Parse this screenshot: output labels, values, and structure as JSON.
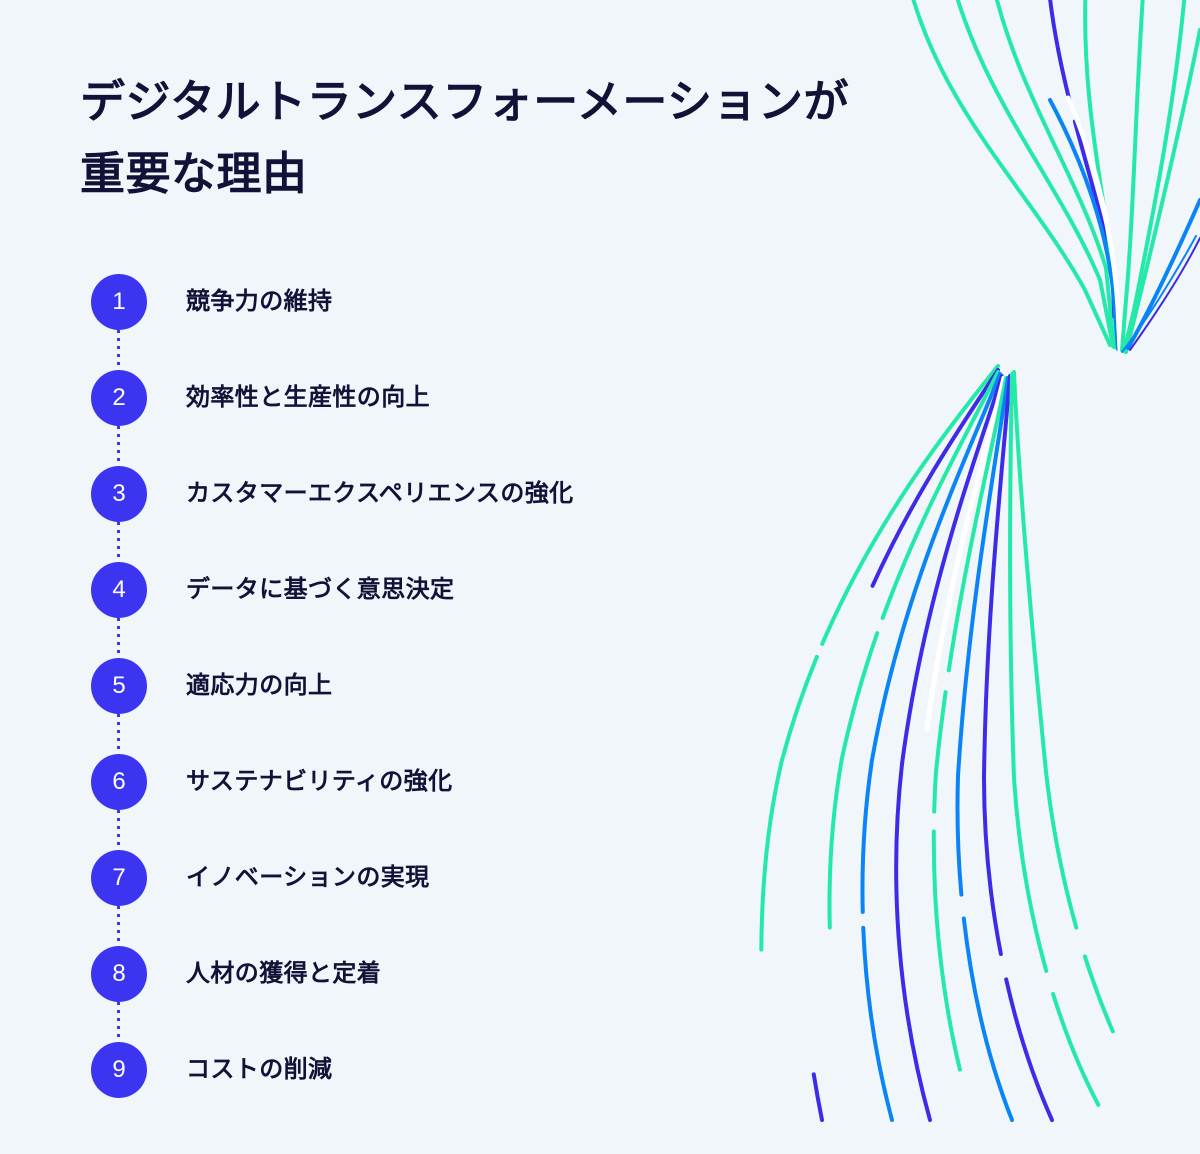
{
  "page": {
    "background_color": "#f1f6fa",
    "title": "デジタルトランスフォーメーションが\n重要な理由"
  },
  "theme": {
    "badge_color": "#3b35f2",
    "text_color": "#121238",
    "accent_green": "#24e9a9",
    "accent_blue": "#0b85f5",
    "accent_violet": "#3d2be8",
    "accent_white": "#ffffff"
  },
  "steps": [
    {
      "number": "1",
      "label": "競争力の維持"
    },
    {
      "number": "2",
      "label": "効率性と生産性の向上"
    },
    {
      "number": "3",
      "label": "カスタマーエクスペリエンスの強化"
    },
    {
      "number": "4",
      "label": "データに基づく意思決定"
    },
    {
      "number": "5",
      "label": "適応力の向上"
    },
    {
      "number": "6",
      "label": "サステナビリティの強化"
    },
    {
      "number": "7",
      "label": "イノベーションの実現"
    },
    {
      "number": "8",
      "label": "人材の獲得と定着"
    },
    {
      "number": "9",
      "label": "コストの削減"
    }
  ]
}
